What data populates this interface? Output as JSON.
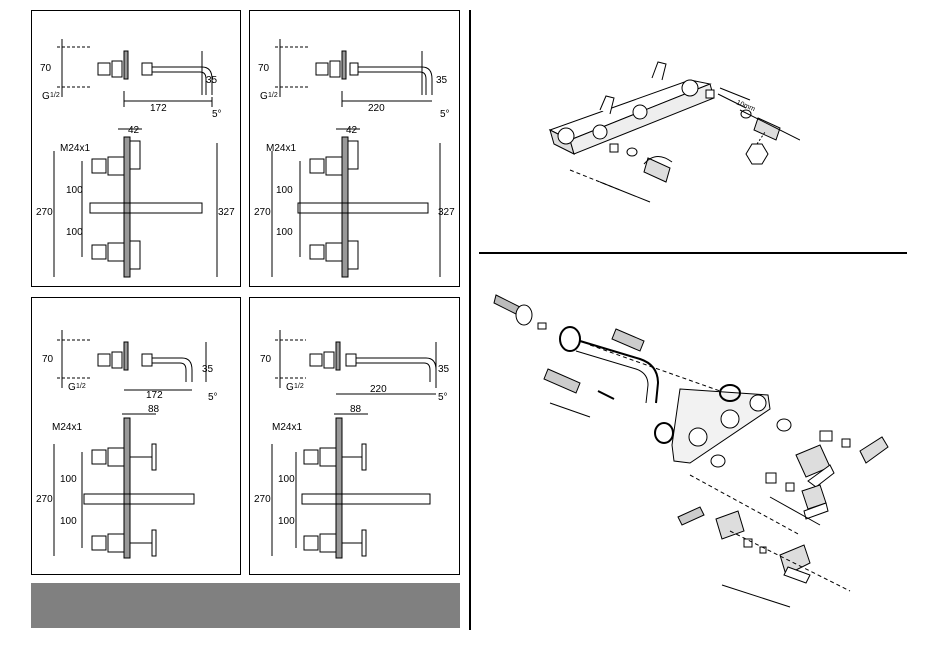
{
  "panels": [
    {
      "id": "top-left",
      "dims": {
        "height": "70",
        "thread": "G",
        "thread_frac": "1/2",
        "drop": "35",
        "reach": "172",
        "angle": "5°",
        "cartridge": "M24x1",
        "wall": "42",
        "spacing_top": "100",
        "total": "270",
        "spacing_bottom": "100",
        "overall": "327"
      }
    },
    {
      "id": "top-right",
      "dims": {
        "height": "70",
        "thread": "G",
        "thread_frac": "1/2",
        "drop": "35",
        "reach": "220",
        "angle": "5°",
        "cartridge": "M24x1",
        "wall": "42",
        "spacing_top": "100",
        "total": "270",
        "spacing_bottom": "100",
        "overall": "327"
      }
    },
    {
      "id": "bottom-left",
      "dims": {
        "height": "70",
        "thread": "G",
        "thread_frac": "1/2",
        "drop": "35",
        "reach": "172",
        "angle": "5°",
        "cartridge": "M24x1",
        "wall": "88",
        "spacing_top": "100",
        "total": "270",
        "spacing_bottom": "100"
      }
    },
    {
      "id": "bottom-right",
      "dims": {
        "height": "70",
        "thread": "G",
        "thread_frac": "1/2",
        "drop": "35",
        "reach": "220",
        "angle": "5°",
        "cartridge": "M24x1",
        "wall": "88",
        "spacing_top": "100",
        "total": "270",
        "spacing_bottom": "100"
      }
    }
  ],
  "exploded_top": {
    "tool_label": "10mm"
  },
  "colors": {
    "line": "#000000",
    "bar": "#808080",
    "background": "#ffffff"
  }
}
